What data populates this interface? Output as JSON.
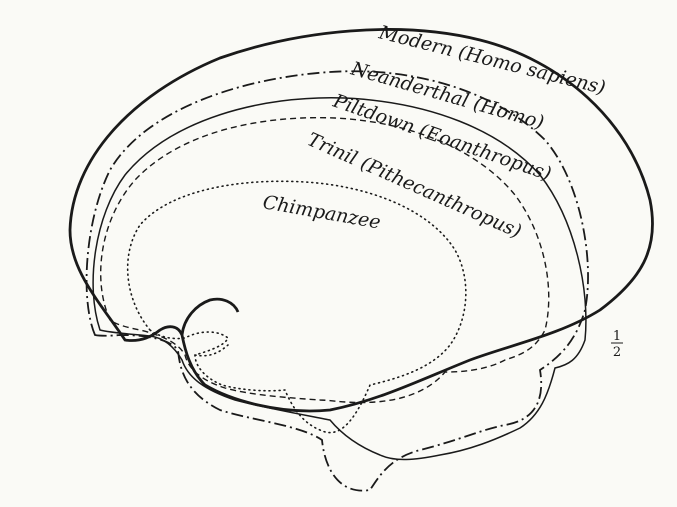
{
  "labels": {
    "modern": "Modern (Homo sapiens)",
    "neanderthal": "Neanderthal (Homo)",
    "piltdown": "Piltdown (Eoanthropus)",
    "trinil": "Trinil (Pithecanthropus)",
    "chimpanzee": "Chimpanzee"
  },
  "scale": {
    "numerator": "1",
    "denominator": "2"
  }
}
